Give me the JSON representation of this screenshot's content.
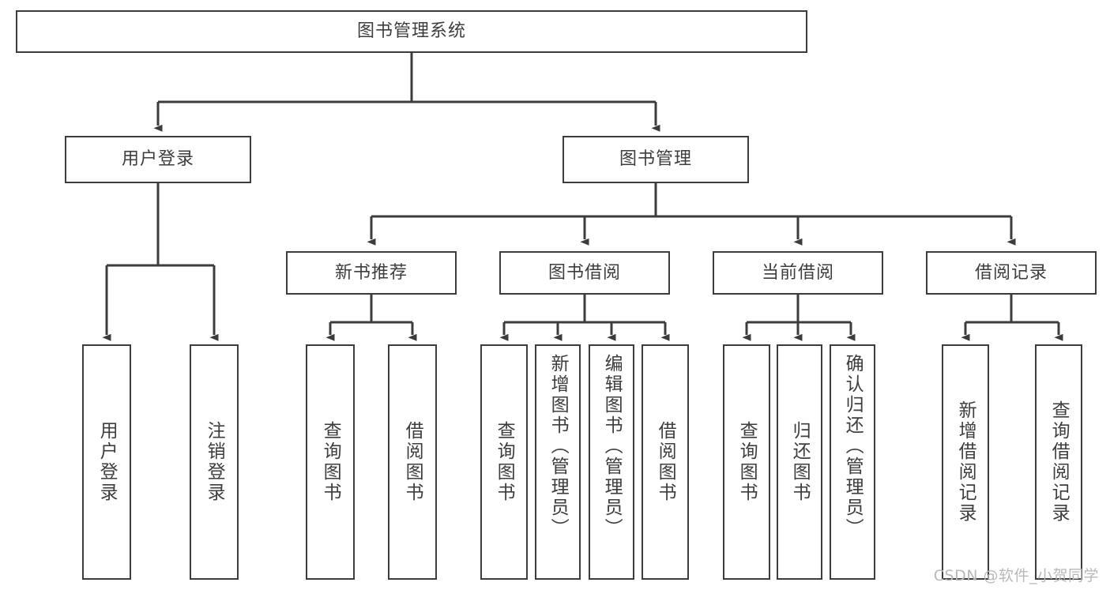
{
  "diagram": {
    "type": "tree-hierarchy",
    "title": "图书管理系统",
    "root": {
      "label": "图书管理系统"
    },
    "level2": [
      {
        "label": "用户登录"
      },
      {
        "label": "图书管理"
      }
    ],
    "level3": [
      {
        "label": "新书推荐"
      },
      {
        "label": "图书借阅"
      },
      {
        "label": "当前借阅"
      },
      {
        "label": "借阅记录"
      }
    ],
    "leaves": {
      "user_login": [
        {
          "label": "用户登录"
        },
        {
          "label": "注销登录"
        }
      ],
      "new_book_recommend": [
        {
          "label": "查询图书"
        },
        {
          "label": "借阅图书"
        }
      ],
      "book_borrow": [
        {
          "label": "查询图书"
        },
        {
          "label": "新增图书（管理员）"
        },
        {
          "label": "编辑图书（管理员）"
        },
        {
          "label": "借阅图书"
        }
      ],
      "current_borrow": [
        {
          "label": "查询图书"
        },
        {
          "label": "归还图书"
        },
        {
          "label": "确认归还（管理员）"
        }
      ],
      "borrow_record": [
        {
          "label": "新增借阅记录"
        },
        {
          "label": "查询借阅记录"
        }
      ]
    },
    "colors": {
      "box_border": "#3c3c3c",
      "box_fill": "#ffffff",
      "connector": "#3c3c3c",
      "text": "#3d3d3d",
      "watermark": "#b9b9b9"
    }
  },
  "watermark": {
    "text": "CSDN @软件_小贺同学"
  }
}
